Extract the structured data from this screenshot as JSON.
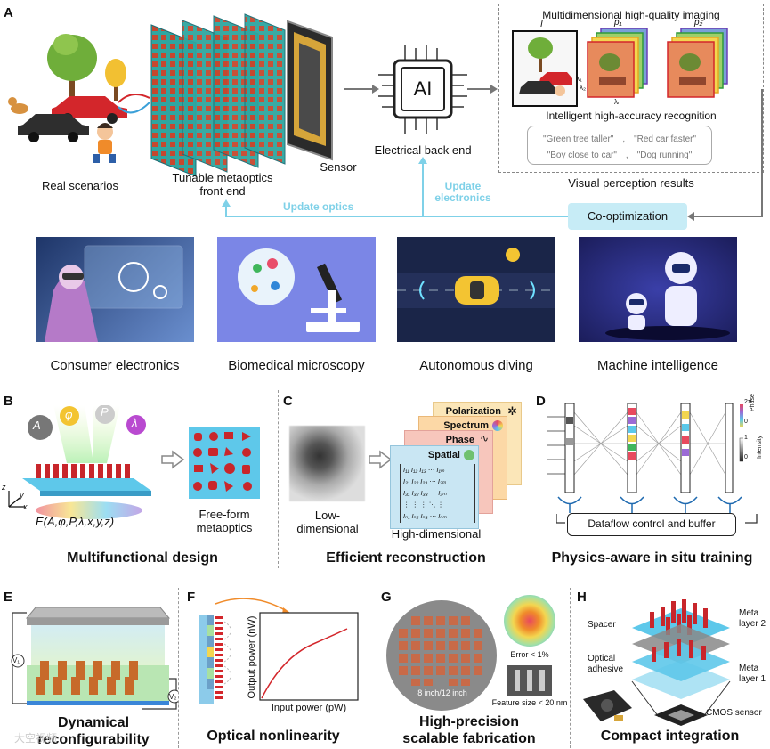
{
  "panels": {
    "A": "A",
    "B": "B",
    "C": "C",
    "D": "D",
    "E": "E",
    "F": "F",
    "G": "G",
    "H": "H"
  },
  "panelA": {
    "real_scenarios": "Real scenarios",
    "metaoptics_line1": "Tunable metaoptics",
    "metaoptics_line2": "front end",
    "sensor": "Sensor",
    "ai_chip": "AI",
    "electrical_back_end": "Electrical back end",
    "imaging_title": "Multidimensional high-quality imaging",
    "label_I": "I",
    "label_p1": "p₁",
    "label_p2": "p₂",
    "lambda_1": "λ₁",
    "lambda_2": "λ₂",
    "lambda_N": "λₙ",
    "recognition_title": "Intelligent high-accuracy recognition",
    "recog_row1": "\"Green tree taller\"　,　\"Red car faster\"",
    "recog_row2": "\"Boy close to car\"　,　\"Dog running\"",
    "visual_perception": "Visual perception results",
    "co_optimization": "Co-optimization",
    "update_optics": "Update optics",
    "update_electronics_1": "Update",
    "update_electronics_2": "electronics"
  },
  "applications": [
    {
      "label": "Consumer electronics"
    },
    {
      "label": "Biomedical microscopy"
    },
    {
      "label": "Autonomous diving"
    },
    {
      "label": "Machine intelligence"
    }
  ],
  "panelB": {
    "sym_A": "A",
    "sym_phi": "φ",
    "sym_P": "P",
    "sym_lambda": "λ",
    "equation": "E(A,φ,P,λ,x,y,z)",
    "axis_z": "z",
    "axis_y": "y",
    "axis_x": "x",
    "freeform_1": "Free-form",
    "freeform_2": "metaoptics",
    "title": "Multifunctional design"
  },
  "panelC": {
    "low_1": "Low-",
    "low_2": "dimensional",
    "high": "High-dimensional",
    "layers": [
      "Polarization",
      "Spectrum",
      "Phase",
      "Spatial"
    ],
    "matrix_rows": [
      "I₁₁  I₁₂  I₁₃ ⋯ I₁ₘ",
      "I₂₁  I₂₂  I₂₃ ⋯ I₂ₘ",
      "I₃₁  I₃₂  I₃₃ ⋯ I₃ₘ",
      "⋮     ⋮     ⋮   ⋱  ⋮",
      "Iₙ₁  Iₙ₂  Iₙ₃ ⋯ Iₙₘ"
    ],
    "title": "Efficient reconstruction"
  },
  "panelD": {
    "phase_top": "2π",
    "phase_bottom": "0",
    "intensity_top": "1",
    "intensity_bottom": "0",
    "phase_label": "Phase",
    "intensity_label": "Intensity",
    "dataflow": "Dataflow control and buffer",
    "title": "Physics-aware in situ training"
  },
  "panelE": {
    "v1": "V₁",
    "v2": "V₂",
    "title_1": "Dynamical",
    "title_2": "reconfigurability"
  },
  "panelF": {
    "ylabel": "Output power (nW)",
    "xlabel": "Input power (pW)",
    "title": "Optical nonlinearity"
  },
  "panelG": {
    "wafer": "8 inch/12 inch",
    "error": "Error < 1%",
    "feature": "Feature size < 20 nm",
    "title_1": "High-precision",
    "title_2": "scalable fabrication"
  },
  "panelH": {
    "spacer": "Spacer",
    "optical_1": "Optical",
    "optical_2": "adhesive",
    "meta2_1": "Meta",
    "meta2_2": "layer 2",
    "meta1_1": "Meta",
    "meta1_2": "layer 1",
    "cmos": "CMOS sensor",
    "title": "Compact integration"
  },
  "watermark": "大空视频",
  "colors": {
    "accent_cyan": "#7fd1e8",
    "co_opt_bg": "#c7ecf6",
    "meta_red": "#c8262b",
    "meta_blue": "#5ec8ea"
  }
}
